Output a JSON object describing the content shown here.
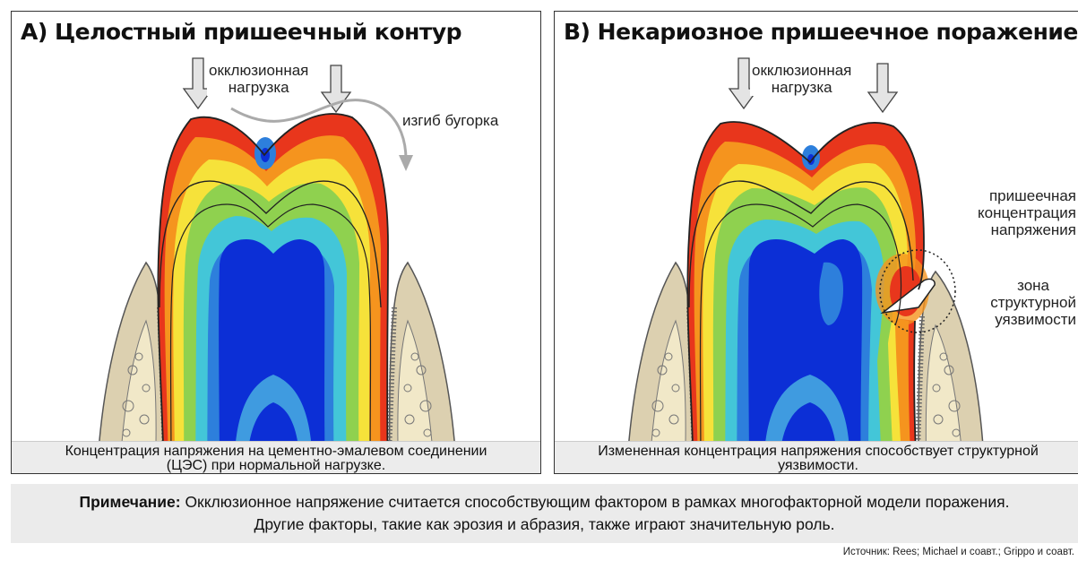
{
  "panel_a": {
    "title": "A) Целостный пришеечный контур",
    "label_load_line1": "окклюзионная",
    "label_load_line2": "нагрузка",
    "label_flex": "изгиб бугорка",
    "caption_line1": "Концентрация напряжения на цементно-эмалевом соединении",
    "caption_line2": "(ЦЭС) при нормальной нагрузке."
  },
  "panel_b": {
    "title": "B) Некариозное пришеечное поражение",
    "label_load_line1": "окклюзионная",
    "label_load_line2": "нагрузка",
    "label_cervical_line1": "пришеечная",
    "label_cervical_line2": "концентрация",
    "label_cervical_line3": "напряжения",
    "label_zone_line1": "зона",
    "label_zone_line2": "структурной",
    "label_zone_line3": "уязвимости",
    "caption_line1": "Измененная концентрация напряжения способствует структурной",
    "caption_line2": "уязвимости."
  },
  "note": {
    "prefix": "Примечание:",
    "line1": " Окклюзионное напряжение считается способствующим фактором в рамках многофакторной модели поражения.",
    "line2": "Другие факторы, такие как эрозия и абразия, также играют значительную роль."
  },
  "source": "Источник: Rees; Michael и соавт.; Grippo и соавт.",
  "colors": {
    "stress_high": "#e8361c",
    "stress_orange": "#f5941e",
    "stress_yellow": "#f6e23a",
    "stress_green": "#8fd14f",
    "stress_cyan": "#43c6d8",
    "stress_blue": "#2d7fdc",
    "pulp": "#0c2fd6",
    "bone": "#efe5c4",
    "gum": "#d9cdb1"
  }
}
